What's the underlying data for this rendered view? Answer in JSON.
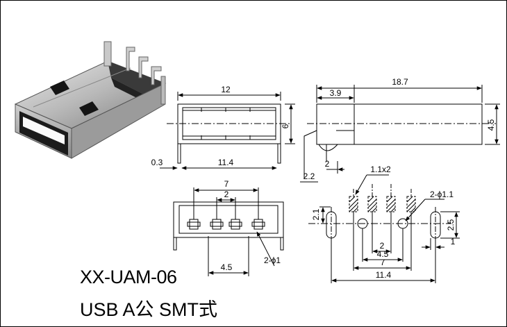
{
  "product": {
    "model": "XX-UAM-06",
    "description": "USB A公 SMT式"
  },
  "dimensions": {
    "top_width": "12",
    "top_height": "6",
    "top_offset": "0.3",
    "top_inner_width": "11.4",
    "side_length": "18.7",
    "side_front": "3.9",
    "side_height": "4.5",
    "side_pin": "2",
    "side_base": "2.2",
    "front_pitch_outer": "7",
    "front_pitch_inner": "2",
    "front_pitch_mid": "4.5",
    "front_pin_dia": "2-ϕ1",
    "pad_size": "1.1x2",
    "pad_hole": "2-ϕ1.1",
    "pad_height": "2.1",
    "pad_slot": "2.5",
    "pad_slot_w": "1",
    "pad_pitch_inner": "2",
    "pad_pitch_mid": "4.5",
    "pad_pitch_outer": "7",
    "pad_width": "11.4"
  }
}
